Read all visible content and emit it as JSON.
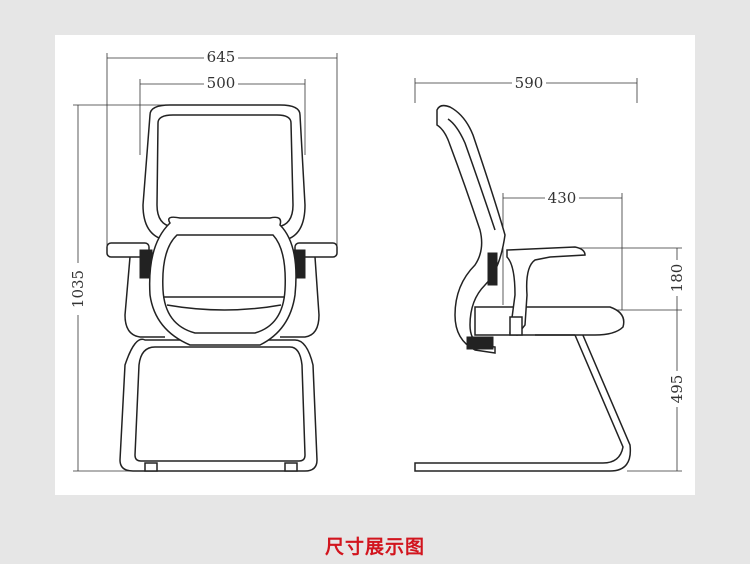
{
  "dimensions": {
    "front_total_width": "645",
    "front_back_width": "500",
    "front_height": "1035",
    "side_depth": "590",
    "side_seat_depth": "430",
    "side_arm_height": "180",
    "side_seat_height": "495"
  },
  "caption": "尺寸展示图",
  "colors": {
    "background": "#e6e6e6",
    "panel": "#ffffff",
    "line": "#333333",
    "caption": "#d2151e"
  }
}
